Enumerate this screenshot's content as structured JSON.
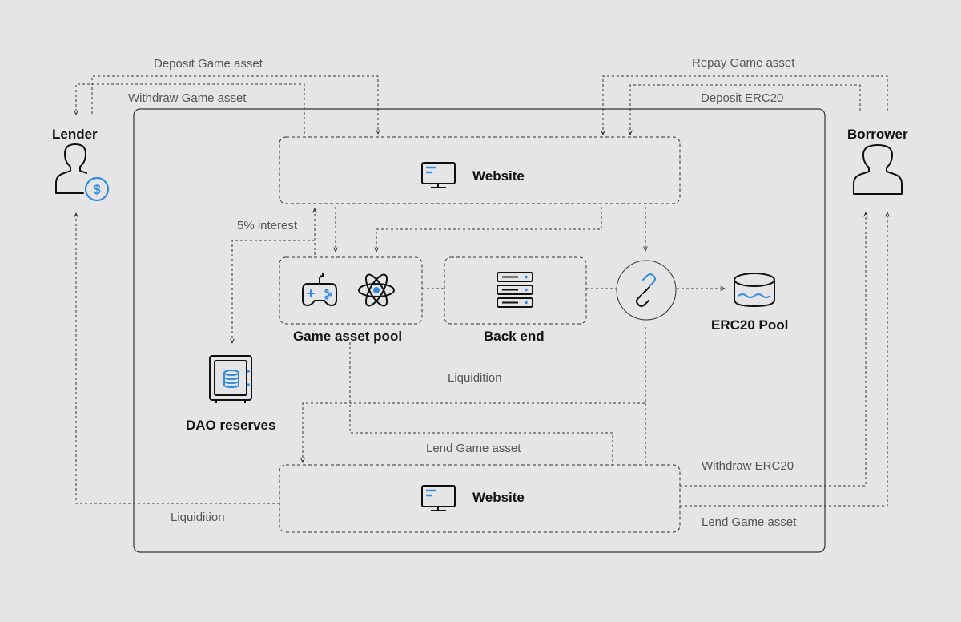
{
  "actors": {
    "lender": "Lender",
    "borrower": "Borrower"
  },
  "nodes": {
    "website_top": "Website",
    "website_bottom": "Website",
    "game_asset_pool": "Game asset pool",
    "back_end": "Back end",
    "erc20_pool": "ERC20 Pool",
    "dao_reserves": "DAO reserves"
  },
  "flows": {
    "deposit_game_asset": "Deposit Game asset",
    "withdraw_game_asset": "Withdraw Game asset",
    "repay_game_asset": "Repay Game asset",
    "deposit_erc20": "Deposit ERC20",
    "interest": "5% interest",
    "liquidition_center": "Liquidition",
    "lend_game_asset_center": "Lend Game asset",
    "withdraw_erc20": "Withdraw ERC20",
    "lend_game_asset_right": "Lend Game asset",
    "liquidition_left": "Liquidition"
  },
  "colors": {
    "accent": "#2f8ee6",
    "line": "#333333",
    "background": "#e5e5e5"
  },
  "icons": {
    "lender": "person-dollar-icon",
    "borrower": "person-icon",
    "website": "monitor-icon",
    "game_asset_pool": [
      "gamepad-icon",
      "atom-icon"
    ],
    "back_end": "server-icon",
    "link": "link-icon",
    "erc20_pool": "database-wave-icon",
    "dao_reserves": "safe-icon"
  }
}
